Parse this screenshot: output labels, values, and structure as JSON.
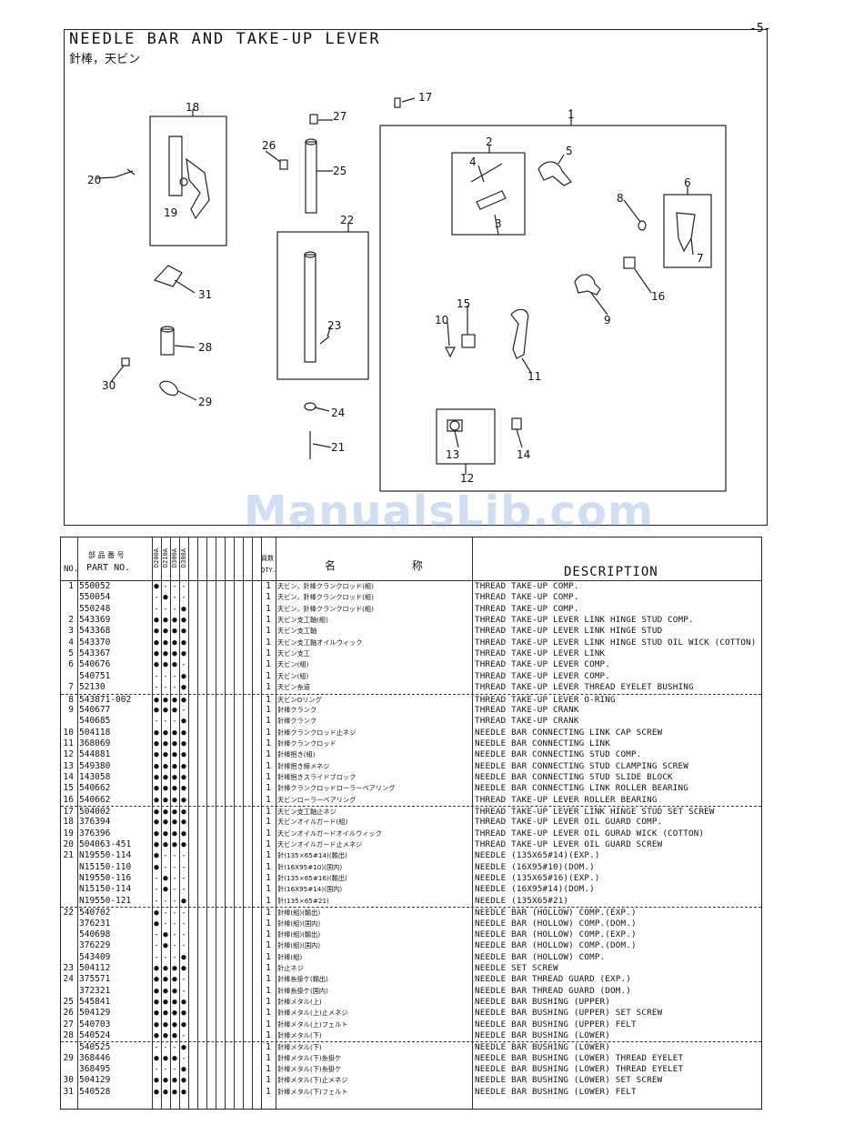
{
  "page_number": "-5-",
  "title": "NEEDLE BAR AND TAKE-UP LEVER",
  "title_jp": "針棒，天ビン",
  "watermark": "ManualsLib.com",
  "diagram_labels": [
    "1",
    "2",
    "3",
    "4",
    "5",
    "6",
    "7",
    "8",
    "9",
    "10",
    "11",
    "12",
    "13",
    "14",
    "15",
    "16",
    "17",
    "18",
    "19",
    "20",
    "21",
    "22",
    "23",
    "24",
    "25",
    "26",
    "27",
    "28",
    "29",
    "30",
    "31"
  ],
  "table": {
    "header": {
      "no": "NO.",
      "part_jp": "部 品 番 号",
      "part_no": "PART NO.",
      "models": [
        "D200A",
        "D210A",
        "D300A",
        "D308A"
      ],
      "qty_jp": "員数",
      "qty": "QTY.",
      "name_jp": "名 称",
      "description": "DESCRIPTION"
    },
    "rows": [
      {
        "no": "1",
        "pn": "550052",
        "m": [
          "●",
          "-",
          "-",
          "-"
        ],
        "q": "1",
        "jp": "天ビン，針棒クランクロッド(組)",
        "desc": "THREAD TAKE-UP COMP."
      },
      {
        "no": "",
        "pn": "550054",
        "m": [
          "-",
          "●",
          "-",
          "-"
        ],
        "q": "1",
        "jp": "天ビン，針棒クランクロッド(組)",
        "desc": "THREAD TAKE-UP COMP."
      },
      {
        "no": "",
        "pn": "550248",
        "m": [
          "-",
          "-",
          "-",
          "●"
        ],
        "q": "1",
        "jp": "天ビン，針棒クランクロッド(組)",
        "desc": "THREAD TAKE-UP COMP."
      },
      {
        "no": "2",
        "pn": "543369",
        "m": [
          "●",
          "●",
          "●",
          "●"
        ],
        "q": "1",
        "jp": "天ビン支工軸(組)",
        "desc": "THREAD TAKE-UP LEVER LINK HINGE STUD COMP."
      },
      {
        "no": "3",
        "pn": "543368",
        "m": [
          "●",
          "●",
          "●",
          "●"
        ],
        "q": "1",
        "jp": "天ビン支工軸",
        "desc": "THREAD TAKE-UP LEVER LINK HINGE STUD"
      },
      {
        "no": "4",
        "pn": "543370",
        "m": [
          "●",
          "●",
          "●",
          "●"
        ],
        "q": "1",
        "jp": "天ビン支工軸オイルウィック",
        "desc": "THREAD TAKE-UP LEVER LINK HINGE STUD OIL WICK (COTTON)"
      },
      {
        "no": "5",
        "pn": "543367",
        "m": [
          "●",
          "●",
          "●",
          "●"
        ],
        "q": "1",
        "jp": "天ビン支工",
        "desc": "THREAD TAKE-UP LEVER LINK"
      },
      {
        "no": "6",
        "pn": "540676",
        "m": [
          "●",
          "●",
          "●",
          "-"
        ],
        "q": "1",
        "jp": "天ビン(組)",
        "desc": "THREAD TAKE-UP LEVER COMP."
      },
      {
        "no": "",
        "pn": "540751",
        "m": [
          "-",
          "-",
          "-",
          "●"
        ],
        "q": "1",
        "jp": "天ビン(組)",
        "desc": "THREAD TAKE-UP LEVER COMP."
      },
      {
        "no": "7",
        "pn": "52130",
        "m": [
          "-",
          "-",
          "-",
          "●"
        ],
        "q": "1",
        "jp": "天ビン糸道",
        "desc": "THREAD TAKE-UP LEVER THREAD EYELET BUSHING"
      },
      {
        "no": "8",
        "pn": "543871-002",
        "m": [
          "●",
          "●",
          "●",
          "●"
        ],
        "q": "1",
        "jp": "天ビンOリング",
        "desc": "THREAD TAKE-UP LEVER O-RING",
        "dash": true
      },
      {
        "no": "9",
        "pn": "540677",
        "m": [
          "●",
          "●",
          "●",
          "-"
        ],
        "q": "1",
        "jp": "針棒クランク",
        "desc": "THREAD TAKE-UP CRANK"
      },
      {
        "no": "",
        "pn": "540685",
        "m": [
          "-",
          "-",
          "-",
          "●"
        ],
        "q": "1",
        "jp": "針棒クランク",
        "desc": "THREAD TAKE-UP CRANK"
      },
      {
        "no": "10",
        "pn": "504118",
        "m": [
          "●",
          "●",
          "●",
          "●"
        ],
        "q": "1",
        "jp": "針棒クランクロッド止ネジ",
        "desc": "NEEDLE BAR CONNECTING LINK CAP SCREW"
      },
      {
        "no": "11",
        "pn": "368069",
        "m": [
          "●",
          "●",
          "●",
          "●"
        ],
        "q": "1",
        "jp": "針棒クランクロッド",
        "desc": "NEEDLE BAR CONNECTING LINK"
      },
      {
        "no": "12",
        "pn": "544881",
        "m": [
          "●",
          "●",
          "●",
          "●"
        ],
        "q": "1",
        "jp": "針棒抱き(組)",
        "desc": "NEEDLE BAR CONNECTING STUD COMP."
      },
      {
        "no": "13",
        "pn": "549380",
        "m": [
          "●",
          "●",
          "●",
          "●"
        ],
        "q": "1",
        "jp": "針棒抱き締メネジ",
        "desc": "NEEDLE BAR CONNECTING STUD CLAMPING SCREW"
      },
      {
        "no": "14",
        "pn": "143058",
        "m": [
          "●",
          "●",
          "●",
          "●"
        ],
        "q": "1",
        "jp": "針棒抱きスライドブロック",
        "desc": "NEEDLE BAR CONNECTING STUD SLIDE BLOCK"
      },
      {
        "no": "15",
        "pn": "540662",
        "m": [
          "●",
          "●",
          "●",
          "●"
        ],
        "q": "1",
        "jp": "針棒クランクロッドローラーベアリング",
        "desc": "NEEDLE BAR CONNECTING LINK ROLLER BEARING"
      },
      {
        "no": "16",
        "pn": "540662",
        "m": [
          "●",
          "●",
          "●",
          "●"
        ],
        "q": "1",
        "jp": "天ビンローラーベアリング",
        "desc": "THREAD TAKE-UP LEVER ROLLER BEARING"
      },
      {
        "no": "17",
        "pn": "504002",
        "m": [
          "●",
          "●",
          "●",
          "●"
        ],
        "q": "1",
        "jp": "天ビン支工軸止ネジ",
        "desc": "THREAD TAKE-UP LEVER LINK HINGE STUD SET SCREW",
        "dash": true
      },
      {
        "no": "18",
        "pn": "376394",
        "m": [
          "●",
          "●",
          "●",
          "●"
        ],
        "q": "1",
        "jp": "天ビンオイルガード(組)",
        "desc": "THREAD TAKE-UP LEVER OIL GUARD COMP."
      },
      {
        "no": "19",
        "pn": "376396",
        "m": [
          "●",
          "●",
          "●",
          "●"
        ],
        "q": "1",
        "jp": "天ビンオイルガードオイルウィック",
        "desc": "THREAD TAKE-UP LEVER OIL GURAD WICK (COTTON)"
      },
      {
        "no": "20",
        "pn": "504063-451",
        "m": [
          "●",
          "●",
          "●",
          "●"
        ],
        "q": "1",
        "jp": "天ビンオイルガード止メネジ",
        "desc": "THREAD TAKE-UP LEVER OIL GUARD SCREW"
      },
      {
        "no": "21",
        "pn": "N19550-114",
        "m": [
          "●",
          "-",
          "-",
          "-"
        ],
        "q": "1",
        "jp": "針(135×65#14)(輸出)",
        "desc": "NEEDLE (135X65#14)(EXP.)"
      },
      {
        "no": "",
        "pn": "N15150-110",
        "m": [
          "●",
          "-",
          "-",
          "-"
        ],
        "q": "1",
        "jp": "針(16X95#10)(国内)",
        "desc": "NEEDLE (16X95#10)(DOM.)"
      },
      {
        "no": "",
        "pn": "N19550-116",
        "m": [
          "-",
          "●",
          "-",
          "-"
        ],
        "q": "1",
        "jp": "針(135×65#16)(輸出)",
        "desc": "NEEDLE (135X65#16)(EXP.)"
      },
      {
        "no": "",
        "pn": "N15150-114",
        "m": [
          "-",
          "●",
          "-",
          "-"
        ],
        "q": "1",
        "jp": "針(16X95#14)(国内)",
        "desc": "NEEDLE (16X95#14)(DOM.)"
      },
      {
        "no": "",
        "pn": "N19550-121",
        "m": [
          "-",
          "-",
          "-",
          "●"
        ],
        "q": "1",
        "jp": "針(135×65#21)",
        "desc": "NEEDLE (135X65#21)"
      },
      {
        "no": "22",
        "pn": "540702",
        "m": [
          "●",
          "-",
          "-",
          "-"
        ],
        "q": "1",
        "jp": "針棒(組)(輸出)",
        "desc": "NEEDLE BAR (HOLLOW) COMP.(EXP.)",
        "dash": true
      },
      {
        "no": "",
        "pn": "376231",
        "m": [
          "●",
          "-",
          "-",
          "-"
        ],
        "q": "1",
        "jp": "針棒(組)(国内)",
        "desc": "NEEDLE BAR (HOLLOW) COMP.(DOM.)"
      },
      {
        "no": "",
        "pn": "540698",
        "m": [
          "-",
          "●",
          "-",
          "-"
        ],
        "q": "1",
        "jp": "針棒(組)(輸出)",
        "desc": "NEEDLE BAR (HOLLOW) COMP.(EXP.)"
      },
      {
        "no": "",
        "pn": "376229",
        "m": [
          "-",
          "●",
          "-",
          "-"
        ],
        "q": "1",
        "jp": "針棒(組)(国内)",
        "desc": "NEEDLE BAR (HOLLOW) COMP.(DOM.)"
      },
      {
        "no": "",
        "pn": "543409",
        "m": [
          "-",
          "-",
          "-",
          "●"
        ],
        "q": "1",
        "jp": "針棒(組)",
        "desc": "NEEDLE BAR (HOLLOW) COMP."
      },
      {
        "no": "23",
        "pn": "504112",
        "m": [
          "●",
          "●",
          "●",
          "●"
        ],
        "q": "1",
        "jp": "針止ネジ",
        "desc": "NEEDLE SET SCREW"
      },
      {
        "no": "24",
        "pn": "375571",
        "m": [
          "●",
          "●",
          "●",
          "-"
        ],
        "q": "1",
        "jp": "針棒糸掛ケ(輸出)",
        "desc": "NEEDLE BAR THREAD GUARD (EXP.)"
      },
      {
        "no": "",
        "pn": "372321",
        "m": [
          "●",
          "●",
          "●",
          "-"
        ],
        "q": "1",
        "jp": "針棒糸掛ケ(国内)",
        "desc": "NEEDLE BAR THREAD GUARD (DOM.)"
      },
      {
        "no": "25",
        "pn": "545841",
        "m": [
          "●",
          "●",
          "●",
          "●"
        ],
        "q": "1",
        "jp": "針棒メタル(上)",
        "desc": "NEEDLE BAR BUSHING (UPPER)"
      },
      {
        "no": "26",
        "pn": "504129",
        "m": [
          "●",
          "●",
          "●",
          "●"
        ],
        "q": "1",
        "jp": "針棒メタル(上)止メネジ",
        "desc": "NEEDLE BAR BUSHING (UPPER) SET SCREW"
      },
      {
        "no": "27",
        "pn": "540703",
        "m": [
          "●",
          "●",
          "●",
          "●"
        ],
        "q": "1",
        "jp": "針棒メタル(上)フェルト",
        "desc": "NEEDLE BAR BUSHING (UPPER) FELT"
      },
      {
        "no": "28",
        "pn": "540524",
        "m": [
          "●",
          "●",
          "●",
          "-"
        ],
        "q": "1",
        "jp": "針棒メタル(下)",
        "desc": "NEEDLE BAR BUSHING (LOWER)"
      },
      {
        "no": "",
        "pn": "540525",
        "m": [
          "-",
          "-",
          "-",
          "●"
        ],
        "q": "1",
        "jp": "針棒メタル(下)",
        "desc": "NEEDLE BAR BUSHING (LOWER)",
        "dash": true
      },
      {
        "no": "29",
        "pn": "368446",
        "m": [
          "●",
          "●",
          "●",
          "-"
        ],
        "q": "1",
        "jp": "針棒メタル(下)糸掛ケ",
        "desc": "NEEDLE BAR BUSHING (LOWER) THREAD EYELET"
      },
      {
        "no": "",
        "pn": "368495",
        "m": [
          "-",
          "-",
          "-",
          "●"
        ],
        "q": "1",
        "jp": "針棒メタル(下)糸掛ケ",
        "desc": "NEEDLE BAR BUSHING (LOWER) THREAD EYELET"
      },
      {
        "no": "30",
        "pn": "504129",
        "m": [
          "●",
          "●",
          "●",
          "●"
        ],
        "q": "1",
        "jp": "針棒メタル(下)止メネジ",
        "desc": "NEEDLE BAR BUSHING (LOWER) SET SCREW"
      },
      {
        "no": "31",
        "pn": "540528",
        "m": [
          "●",
          "●",
          "●",
          "●"
        ],
        "q": "1",
        "jp": "針棒メタル(下)フェルト",
        "desc": "NEEDLE BAR BUSHING (LOWER) FELT"
      }
    ]
  }
}
